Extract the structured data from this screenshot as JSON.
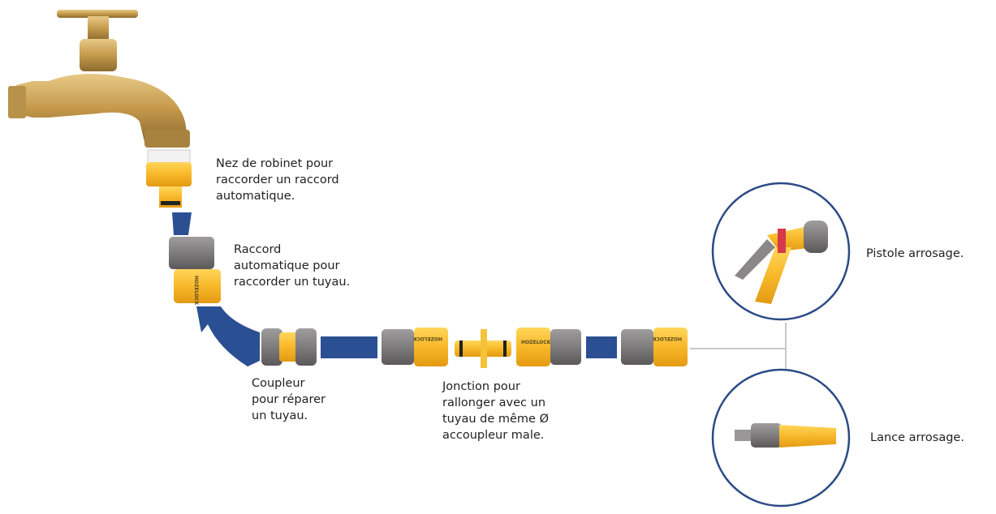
{
  "labels": {
    "tap_adapter": [
      "Nez de robinet pour",
      "raccorder un raccord",
      "automatique."
    ],
    "hose_connector": [
      "Raccord",
      "automatique pour",
      "raccorder un tuyau."
    ],
    "coupler": [
      "Coupleur",
      "pour réparer",
      "un tuyau."
    ],
    "junction": [
      "Jonction pour",
      "rallonger avec un",
      "tuyau de même Ø",
      "accoupleur male."
    ],
    "spray_gun": "Pistole arrosage.",
    "nozzle": "Lance arrosage."
  },
  "brand_text": "HOZELOCK",
  "colors": {
    "hose": "#2b4f93",
    "connector_yellow": "#f8b82a",
    "connector_gray": "#7f7c7d",
    "brass": "#c9a35a",
    "circle_border": "#2b4a86",
    "link_line": "#c8c8c8"
  }
}
